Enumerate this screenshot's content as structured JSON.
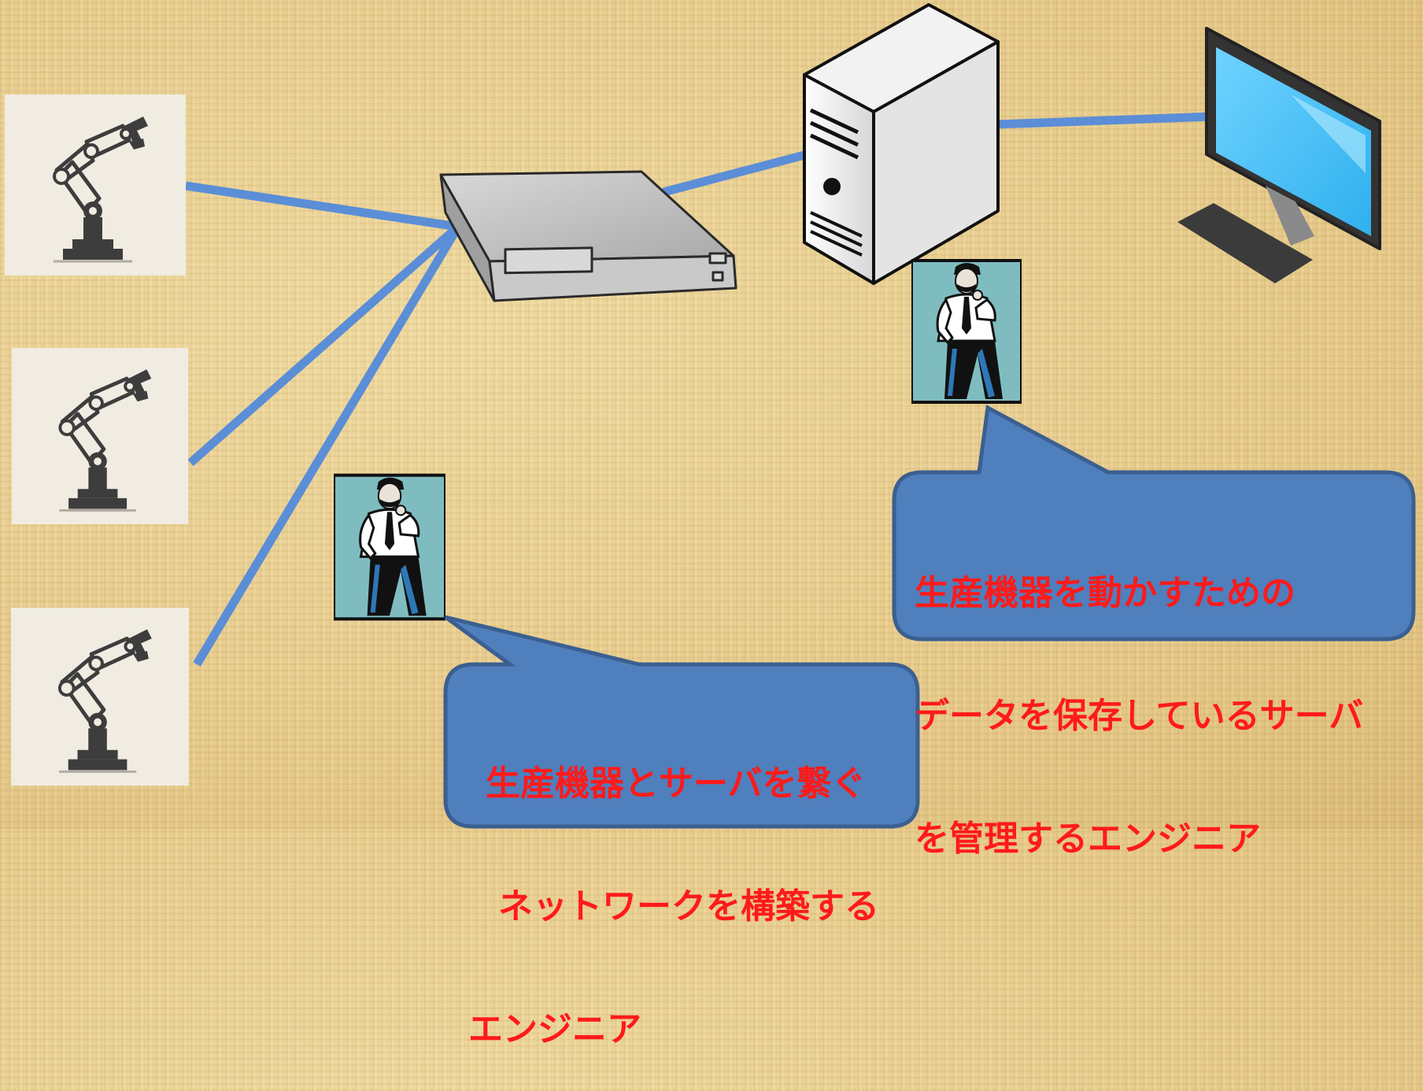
{
  "diagram": {
    "nodes": {
      "robot_arm_1": {
        "icon": "robot-arm-icon"
      },
      "robot_arm_2": {
        "icon": "robot-arm-icon"
      },
      "robot_arm_3": {
        "icon": "robot-arm-icon"
      },
      "network_switch": {
        "icon": "network-switch-icon"
      },
      "server": {
        "icon": "server-tower-icon"
      },
      "monitor": {
        "icon": "monitor-icon"
      },
      "network_engineer": {
        "icon": "engineer-person-icon"
      },
      "server_engineer": {
        "icon": "engineer-person-icon"
      }
    },
    "edges": [
      {
        "from": "robot_arm_1",
        "to": "network_switch"
      },
      {
        "from": "robot_arm_2",
        "to": "network_switch"
      },
      {
        "from": "robot_arm_3",
        "to": "network_switch"
      },
      {
        "from": "network_switch",
        "to": "server"
      },
      {
        "from": "server",
        "to": "monitor"
      }
    ],
    "callouts": {
      "network_engineer": {
        "lines": [
          "生産機器とサーバを繋ぐ",
          "ネットワークを構築する",
          "エンジニア"
        ]
      },
      "server_engineer": {
        "lines": [
          "生産機器を動かすための",
          "データを保存しているサーバ",
          "を管理するエンジニア"
        ]
      }
    }
  },
  "colors": {
    "connection_line": "#5b8ed6",
    "callout_fill": "#4f7fbd",
    "callout_border": "#3b5f90",
    "callout_text": "#ff1a1a",
    "engineer_background": "#7fbcc0",
    "monitor_screen": "#4fc3f7"
  }
}
